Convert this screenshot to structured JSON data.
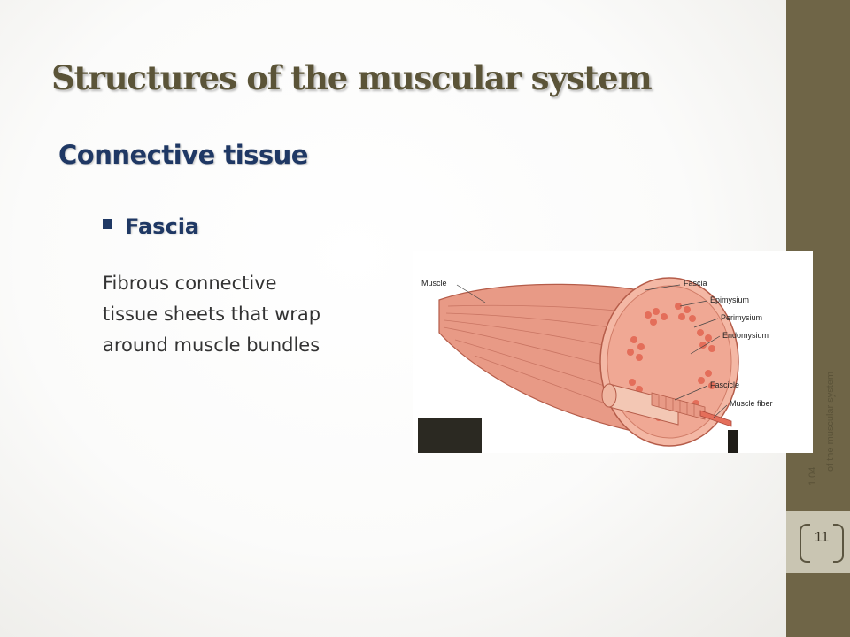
{
  "slide": {
    "title": "Structures of the muscular system",
    "subtitle": "Connective tissue",
    "bullet": "Fascia",
    "body_lines": [
      "Fibrous connective",
      "tissue sheets that wrap",
      "around muscle bundles"
    ]
  },
  "figure": {
    "labels": {
      "muscle": "Muscle",
      "fascia": "Fascia",
      "epimysium": "Epimysium",
      "perimysium": "Perimysium",
      "endomysium": "Endomysium",
      "fascicle": "Fascicle",
      "muscle_fiber": "Muscle fiber"
    }
  },
  "sidebar": {
    "footer_part1": "1.04",
    "footer_part2": "of the muscular system",
    "page_number": "11"
  },
  "colors": {
    "title": "#5b5438",
    "heading": "#1f3864",
    "sidebar": "#6f6547",
    "page_box": "#c9c5b2",
    "muscle": "#e89a86"
  }
}
